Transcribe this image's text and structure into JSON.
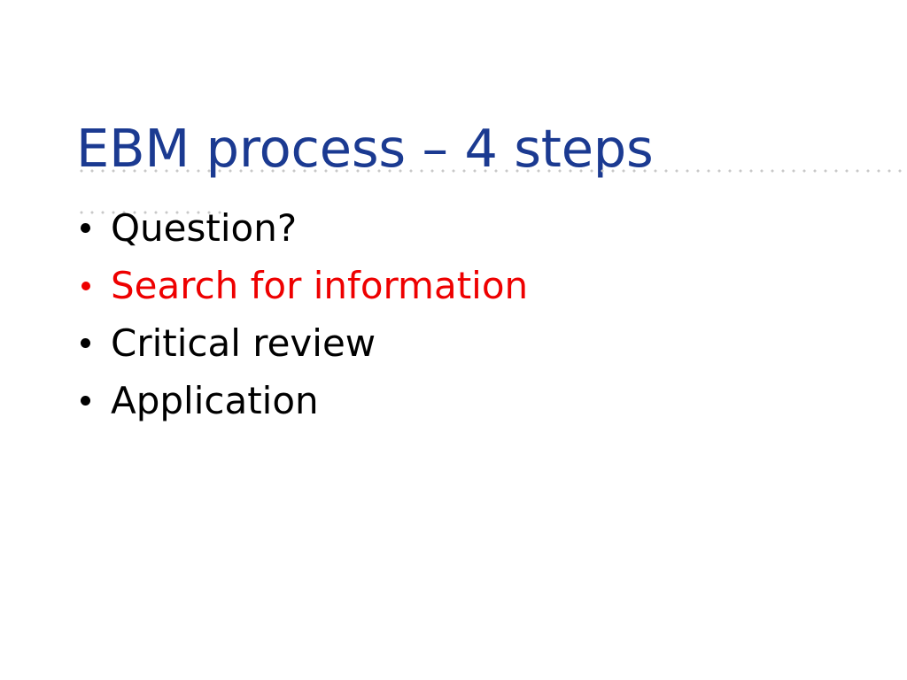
{
  "slide": {
    "title": "EBM process – 4 steps",
    "title_color": "#1B3A91",
    "background_color": "#FFFFFF",
    "divider_color": "#C8C8C8"
  },
  "bullets": [
    {
      "label": "Question?",
      "color": "#000000",
      "tone": "black"
    },
    {
      "label": "Search for information",
      "color": "#EE0000",
      "tone": "red"
    },
    {
      "label": "Critical review",
      "color": "#000000",
      "tone": "black"
    },
    {
      "label": "Application",
      "color": "#000000",
      "tone": "black"
    }
  ]
}
